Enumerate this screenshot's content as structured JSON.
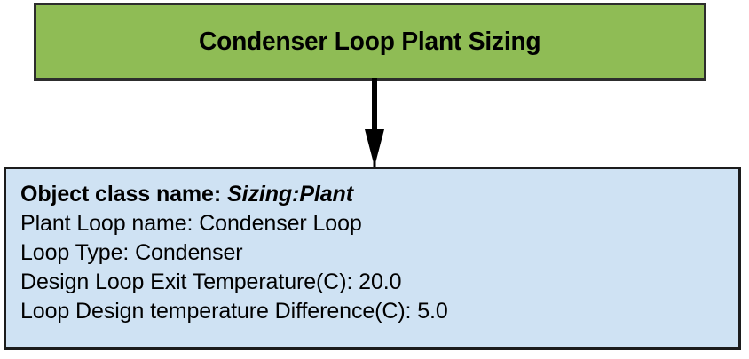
{
  "diagram": {
    "type": "flowchart",
    "title_node": {
      "label": "Condenser Loop Plant Sizing",
      "fill_color": "#8fbc55",
      "border_color": "#2d2d2d"
    },
    "connector": {
      "kind": "arrow-down",
      "color": "#000000"
    },
    "detail_node": {
      "fill_color": "#cfe2f3",
      "border_color": "#1c1c1c",
      "object_class_label": "Object class name:",
      "object_class_value": "Sizing:Plant",
      "fields": [
        "Plant Loop name: Condenser Loop",
        "Loop Type: Condenser",
        "Design Loop Exit Temperature(C): 20.0",
        "Loop Design temperature Difference(C): 5.0"
      ]
    }
  }
}
